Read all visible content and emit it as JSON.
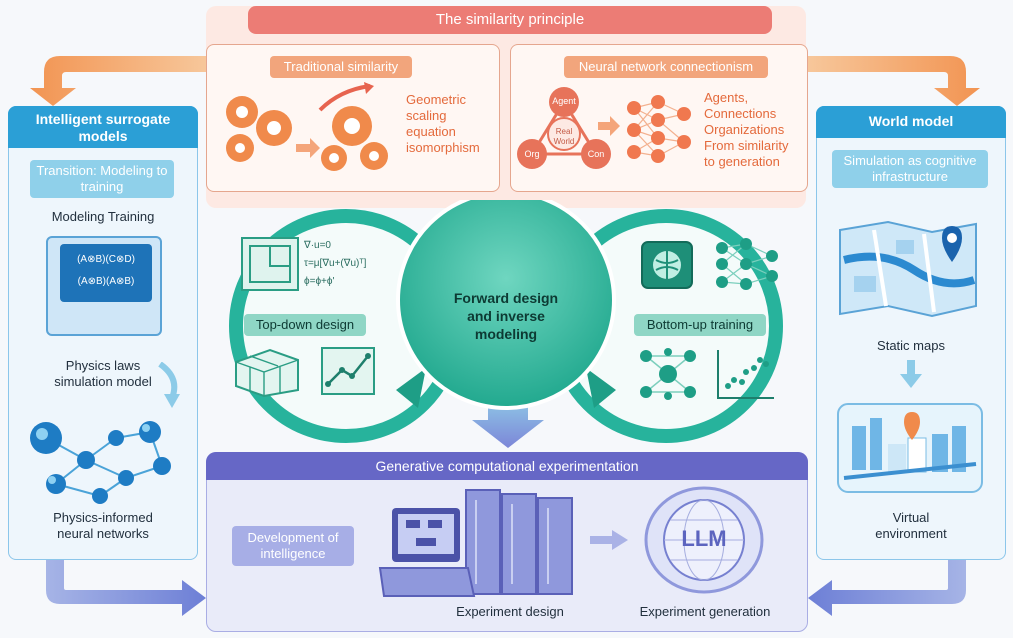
{
  "top": {
    "banner": "The similarity principle",
    "traditional": {
      "title": "Traditional similarity",
      "lines": [
        "Geometric",
        "scaling",
        "equation",
        "isomorphism"
      ]
    },
    "neural": {
      "title": "Neural network connectionism",
      "lines": [
        "Agents,",
        "Connections",
        "Organizations",
        "From similarity",
        "to generation"
      ],
      "nodes": {
        "agent": "Agent",
        "org": "Org",
        "con": "Con",
        "center_line1": "Real",
        "center_line2": "World"
      }
    }
  },
  "left": {
    "header": "Intelligent surrogate models",
    "transition": "Transition: Modeling to training",
    "subtitle": "Modeling Training",
    "scroll_line1": "(A⊗B)(C⊗D)",
    "scroll_line2": "(A⊗B)(A⊗B)",
    "label1_line1": "Physics laws",
    "label1_line2": "simulation model",
    "label2_line1": "Physics-informed",
    "label2_line2": "neural networks"
  },
  "right": {
    "header": "World model",
    "simulation_line1": "Simulation as cognitive",
    "simulation_line2": "infrastructure",
    "static_maps": "Static maps",
    "virtual_line1": "Virtual",
    "virtual_line2": "environment"
  },
  "center": {
    "title_line1": "Forward design",
    "title_line2": "and inverse",
    "title_line3": "modeling",
    "top_down": "Top-down design",
    "bottom_up": "Bottom-up training",
    "equations": [
      "∇·u=0",
      "τ=μ[∇u+(∇u)ᵀ]",
      "ϕ=ϕ+ϕ'"
    ]
  },
  "bottom": {
    "header": "Generative computational experimentation",
    "development_line1": "Development of",
    "development_line2": "intelligence",
    "experiment_design": "Experiment design",
    "experiment_generation": "Experiment generation",
    "llm": "LLM"
  },
  "colors": {
    "banner": "#ec7c75",
    "teal": "#27b39c",
    "blue_header": "#2b9fd6",
    "purple": "#6667c6",
    "orange_arrow": "#f3a063"
  }
}
